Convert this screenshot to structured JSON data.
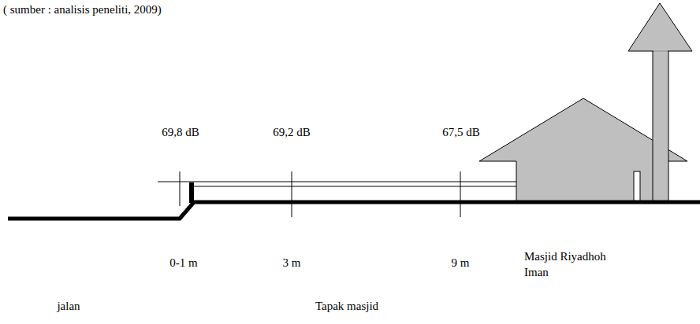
{
  "diagram": {
    "caption": "( sumber : analisis peneliti, 2009)",
    "labels": [
      "69,8 dB",
      "69,2 dB",
      "67,5 dB",
      "0-1 m",
      "3 m",
      "9 m",
      "Masjid Riyadhoh Iman",
      "jalan",
      "Tapak masjid"
    ]
  }
}
